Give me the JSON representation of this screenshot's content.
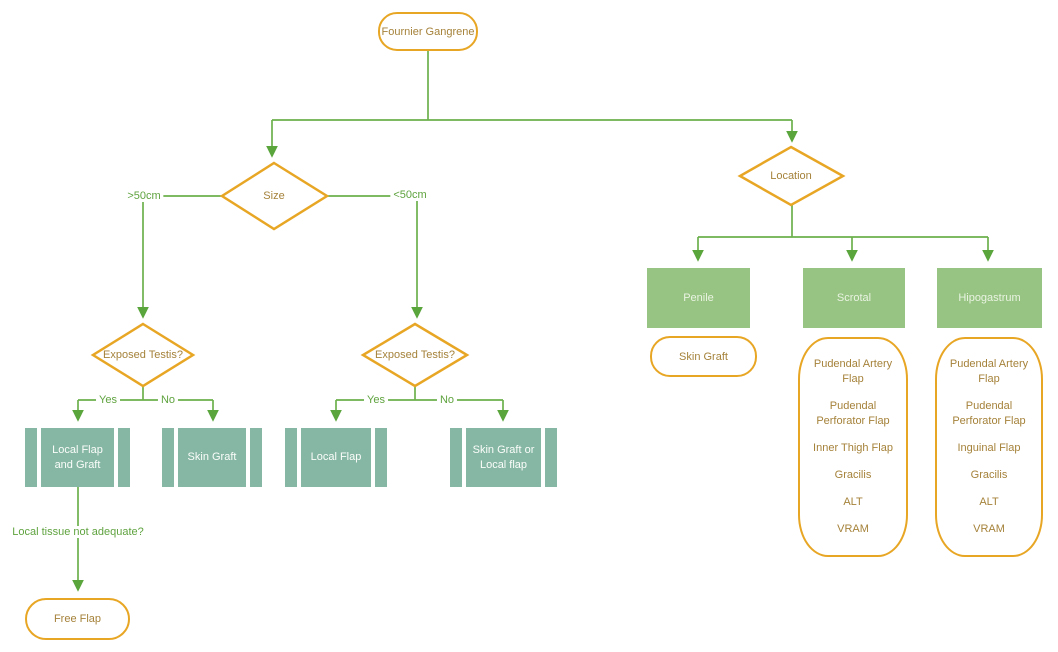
{
  "root": {
    "label": "Fournier Gangrene"
  },
  "size_branch": {
    "diamond_label": "Size",
    "left_edge_label": ">50cm",
    "right_edge_label": "<50cm",
    "left": {
      "diamond_label": "Exposed Testis?",
      "yes_label": "Yes",
      "no_label": "No",
      "yes_result": "Local Flap and Graft",
      "no_result": "Skin Graft",
      "followup_label": "Local tissue not adequate?",
      "followup_result": "Free Flap"
    },
    "right": {
      "diamond_label": "Exposed Testis?",
      "yes_label": "Yes",
      "no_label": "No",
      "yes_result": "Local Flap",
      "no_result": "Skin Graft or Local flap"
    }
  },
  "location_branch": {
    "diamond_label": "Location",
    "penile": {
      "label": "Penile",
      "result": "Skin Graft"
    },
    "scrotal": {
      "label": "Scrotal",
      "items": [
        "Pudendal Artery Flap",
        "Pudendal Perforator Flap",
        "Inner Thigh Flap",
        "Gracilis",
        "ALT",
        "VRAM"
      ]
    },
    "hipogastrum": {
      "label": "Hipogastrum",
      "items": [
        "Pudendal Artery Flap",
        "Pudendal Perforator Flap",
        "Inguinal Flap",
        "Gracilis",
        "ALT",
        "VRAM"
      ]
    }
  },
  "colors": {
    "accent_orange": "#E8A625",
    "node_text": "#A5823A",
    "connector_green": "#61A943",
    "teal_fill": "#86B7A4",
    "light_green_fill": "#97C482"
  }
}
